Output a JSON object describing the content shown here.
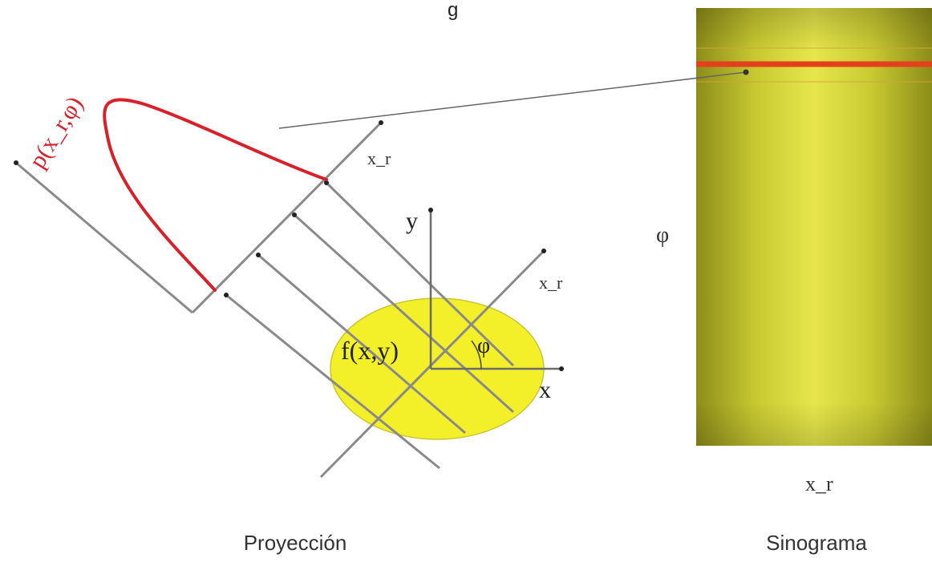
{
  "diagram": {
    "top_text": "g",
    "labels": {
      "projection_function": "p(x_r,φ)",
      "x_r_axis_upper": "x_r",
      "x_r_axis_lower": "x_r",
      "y_axis": "y",
      "x_axis": "x",
      "object_function": "f(x,y)",
      "angle": "φ",
      "sinogram_angle_axis": "φ",
      "sinogram_x_axis": "x_r"
    },
    "captions": {
      "left": "Proyección",
      "right": "Sinograma"
    },
    "colors": {
      "projection_curve": "#d8202a",
      "ellipse_fill": "#f3f02a",
      "sinogram_base": "#c9c93a",
      "sinogram_highlight": "#e8e84a",
      "sinogram_line": "#e5401c",
      "construction_lines": "#8a8a8a",
      "axes": "#555555"
    }
  }
}
